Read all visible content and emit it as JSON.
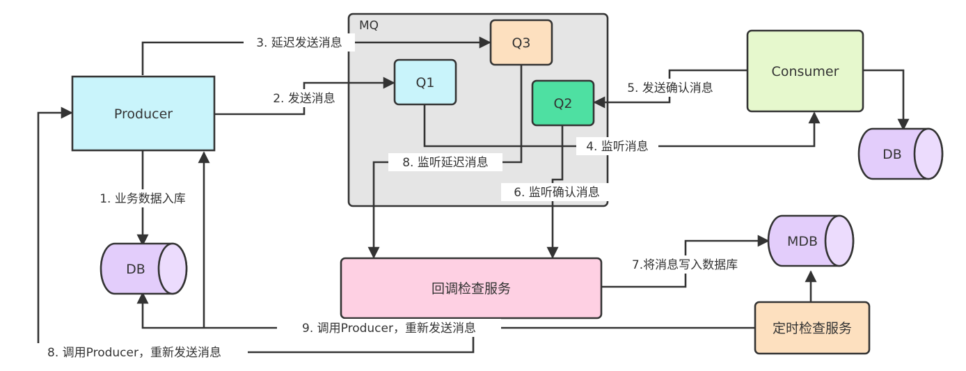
{
  "container": {
    "label": "MQ"
  },
  "nodes": {
    "producer": {
      "label": "Producer",
      "color": "#c9f4fb"
    },
    "q1": {
      "label": "Q1",
      "color": "#c9f4fb"
    },
    "q2": {
      "label": "Q2",
      "color": "#4ee0a2"
    },
    "q3": {
      "label": "Q3",
      "color": "#fde0bf"
    },
    "consumer": {
      "label": "Consumer",
      "color": "#e6f8cd"
    },
    "db_consumer": {
      "label": "DB",
      "color": "#e3cdfb"
    },
    "db_producer": {
      "label": "DB",
      "color": "#e3cdfb"
    },
    "mdb": {
      "label": "MDB",
      "color": "#e3cdfb"
    },
    "callback": {
      "label": "回调检查服务",
      "color": "#fed0e3"
    },
    "timer": {
      "label": "定时检查服务",
      "color": "#fde0bf"
    }
  },
  "edges": {
    "e1": {
      "label": "1. 业务数据入库"
    },
    "e2": {
      "label": "2. 发送消息"
    },
    "e3": {
      "label": "3. 延迟发送消息"
    },
    "e4": {
      "label": "4. 监听消息"
    },
    "e5": {
      "label": "5. 发送确认消息"
    },
    "e6": {
      "label": "6. 监听确认消息"
    },
    "e7": {
      "label": "7.将消息写入数据库"
    },
    "e8a": {
      "label": "8. 监听延迟消息"
    },
    "e8b": {
      "label": "8. 调用Producer，重新发送消息"
    },
    "e9": {
      "label": "9. 调用Producer，重新发送消息"
    }
  }
}
